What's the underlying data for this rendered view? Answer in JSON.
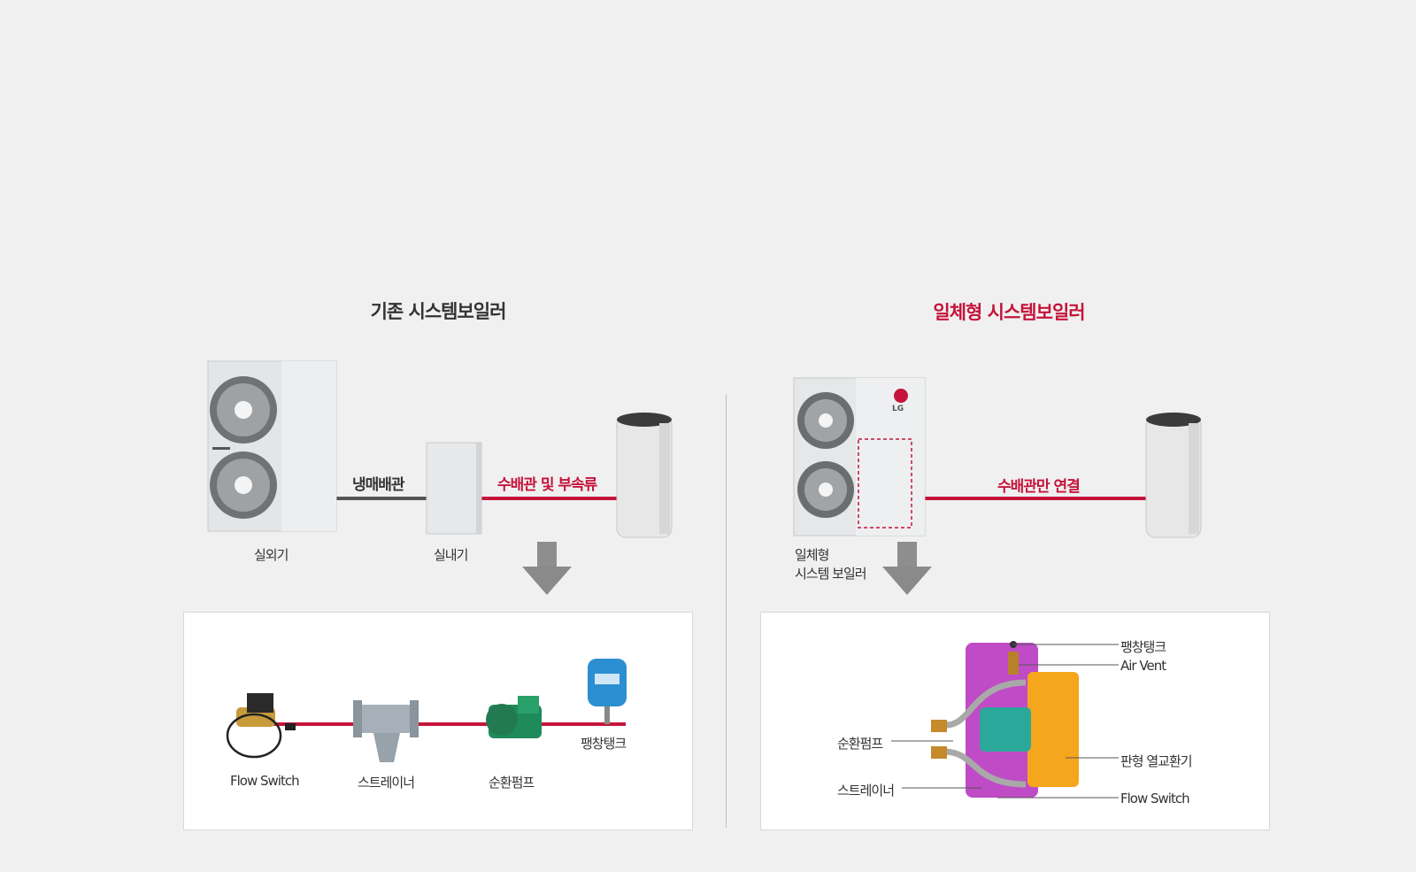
{
  "left": {
    "title": "기존 시스템보일러",
    "pipe_refrigerant": "냉매배관",
    "pipe_water": "수배관 및 부속류",
    "outdoor_unit": "실외기",
    "indoor_unit": "실내기",
    "components": {
      "flow_switch": "Flow Switch",
      "strainer": "스트레이너",
      "pump": "순환펌프",
      "expansion_tank": "팽창탱크"
    }
  },
  "right": {
    "title": "일체형 시스템보일러",
    "pipe_water": "수배관만 연결",
    "unit_line1": "일체형",
    "unit_line2": "시스템 보일러",
    "logo": "LG",
    "components": {
      "expansion_tank": "팽창탱크",
      "air_vent": "Air Vent",
      "pump": "순환펌프",
      "heat_exchanger": "판형 열교환기",
      "strainer": "스트레이너",
      "flow_switch": "Flow Switch"
    }
  },
  "colors": {
    "accent": "#c5143b",
    "pipe_gray": "#555555"
  }
}
